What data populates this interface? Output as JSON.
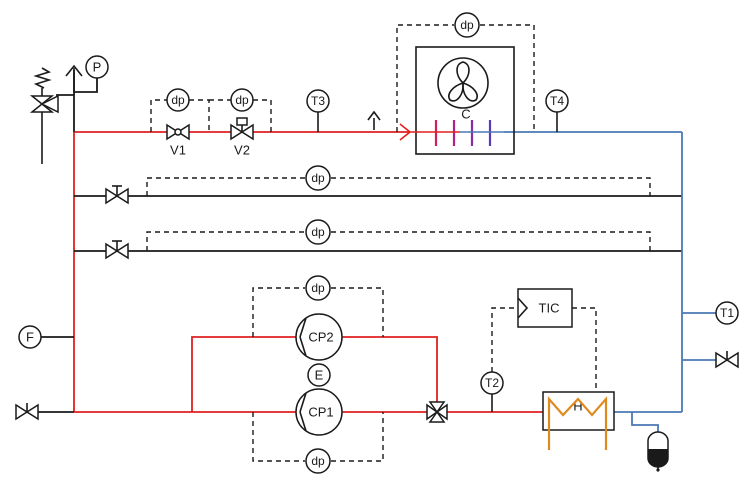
{
  "colors": {
    "hot_line": "#e02020",
    "cold_line": "#4a78b5",
    "neutral_line": "#1a1a1a",
    "heater_element": "#e08a1e",
    "condenser_fins": [
      "#d0205a",
      "#b0208a",
      "#8a2aa8",
      "#5a3ab5"
    ]
  },
  "labels": {
    "pressure": "P",
    "flow": "F",
    "dp": "dp",
    "valve_v1": "V1",
    "valve_v2": "V2",
    "temp_t1": "T1",
    "temp_t2": "T2",
    "temp_t3": "T3",
    "temp_t4": "T4",
    "condenser": "C",
    "pump_cp1": "CP1",
    "pump_cp2": "CP2",
    "evaporator": "E",
    "heater": "H",
    "controller": "TIC"
  },
  "icons": [
    "relief-valve-icon",
    "vent-arrow-icon",
    "gate-valve-icon",
    "control-valve-icon",
    "fan-icon",
    "pump-icon",
    "three-way-valve-icon",
    "heater-coil-icon",
    "expansion-tank-icon"
  ]
}
